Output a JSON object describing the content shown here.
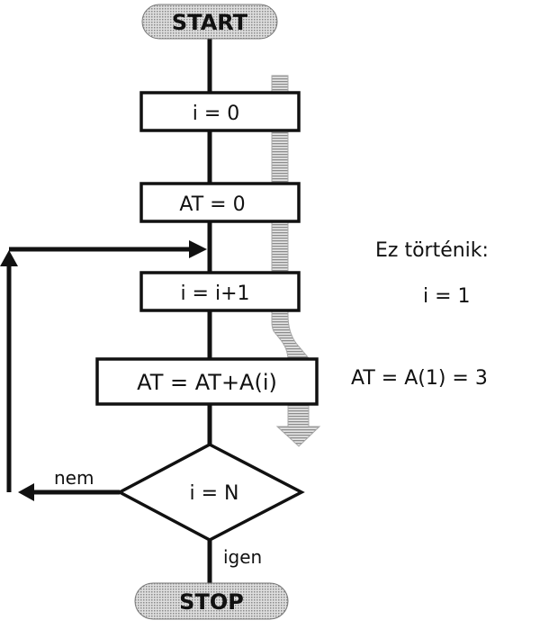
{
  "nodes": {
    "start": "START",
    "init_i": "i = 0",
    "init_at": "AT = 0",
    "increment": "i = i+1",
    "accumulate": "AT = AT+A(i)",
    "decision": "i = N",
    "stop": "STOP"
  },
  "edges": {
    "no": "nem",
    "yes": "igen"
  },
  "annotation": {
    "title": "Ez történik:",
    "step_i": "i = 1",
    "step_at": "AT = A(1) = 3"
  },
  "colors": {
    "line": "#111111",
    "terminal_fill": "#c8c8c8",
    "trace_arrow": "#b4b4b4"
  }
}
